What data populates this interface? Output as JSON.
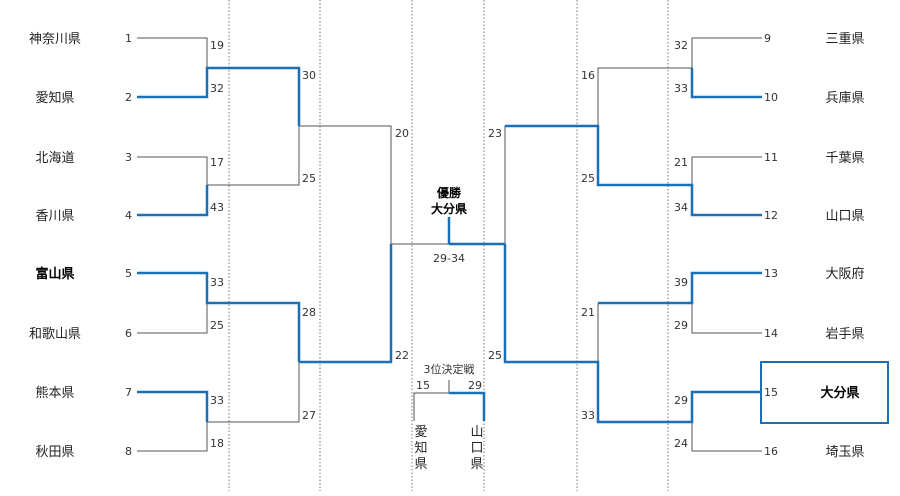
{
  "left": {
    "teams": [
      {
        "seed": "1",
        "name": "神奈川県"
      },
      {
        "seed": "2",
        "name": "愛知県"
      },
      {
        "seed": "3",
        "name": "北海道"
      },
      {
        "seed": "4",
        "name": "香川県"
      },
      {
        "seed": "5",
        "name": "富山県"
      },
      {
        "seed": "6",
        "name": "和歌山県"
      },
      {
        "seed": "7",
        "name": "熊本県"
      },
      {
        "seed": "8",
        "name": "秋田県"
      }
    ],
    "r1_scores": [
      "19",
      "32",
      "17",
      "43",
      "33",
      "25",
      "33",
      "18"
    ],
    "r2_scores": [
      "30",
      "25",
      "28",
      "27"
    ],
    "r3_scores": [
      "20",
      "22"
    ]
  },
  "right": {
    "teams": [
      {
        "seed": "9",
        "name": "三重県"
      },
      {
        "seed": "10",
        "name": "兵庫県"
      },
      {
        "seed": "11",
        "name": "千葉県"
      },
      {
        "seed": "12",
        "name": "山口県"
      },
      {
        "seed": "13",
        "name": "大阪府"
      },
      {
        "seed": "14",
        "name": "岩手県"
      },
      {
        "seed": "15",
        "name": "大分県"
      },
      {
        "seed": "16",
        "name": "埼玉県"
      }
    ],
    "r1_scores": [
      "32",
      "33",
      "21",
      "34",
      "39",
      "29",
      "29",
      "24"
    ],
    "r2_scores": [
      "16",
      "25",
      "21",
      "33"
    ],
    "r3_scores": [
      "23",
      "25"
    ]
  },
  "final": {
    "title": "優勝",
    "winner": "大分県",
    "score": "29-34"
  },
  "third_place": {
    "title": "3位決定戦",
    "left_score": "15",
    "right_score": "29",
    "left_team": [
      "愛",
      "知",
      "県"
    ],
    "right_team": [
      "山",
      "口",
      "県"
    ]
  }
}
